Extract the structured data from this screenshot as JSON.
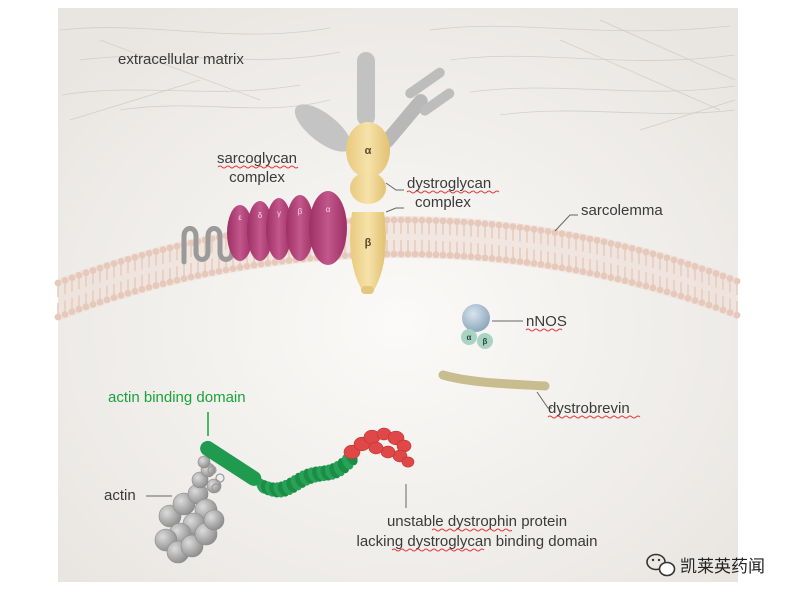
{
  "labels": {
    "extracellular_matrix": "extracellular matrix",
    "sarcoglycan_line1": "sarcoglycan",
    "sarcoglycan_line2": "complex",
    "dystroglycan_line1": "dystroglycan",
    "dystroglycan_line2": "complex",
    "sarcolemma": "sarcolemma",
    "nnos": "nNOS",
    "dystrobrevin": "dystrobrevin",
    "actin_binding_domain": "actin binding domain",
    "actin": "actin",
    "unstable_line1": "unstable dystrophin protein",
    "unstable_line2": "lacking dystroglycan binding domain"
  },
  "greek": {
    "alpha": "α",
    "beta": "β",
    "sarcoglycan_subunits": [
      "ε",
      "δ",
      "γ",
      "β",
      "α"
    ],
    "nnos_alpha": "α",
    "nnos_beta": "β"
  },
  "watermark": {
    "text": "凯莱英药闻",
    "icon": "wechat-icon"
  },
  "colors": {
    "background": "#f1efec",
    "membrane": "#e9d2c6",
    "dystroglycan": "#f1d797",
    "sarcoglycan": "#b5457a",
    "nnos_head": "#9fb6c8",
    "nnos_sub": "#a9d3c4",
    "dystrobrevin": "#c8bd8e",
    "actin_binding": "#1f9a4f",
    "rod_domain": "#1f9a4f",
    "truncated_end": "#e04848",
    "actin": "#a8a8a8",
    "label_green": "#1aa33a",
    "red_underline": "#e23b3b"
  }
}
